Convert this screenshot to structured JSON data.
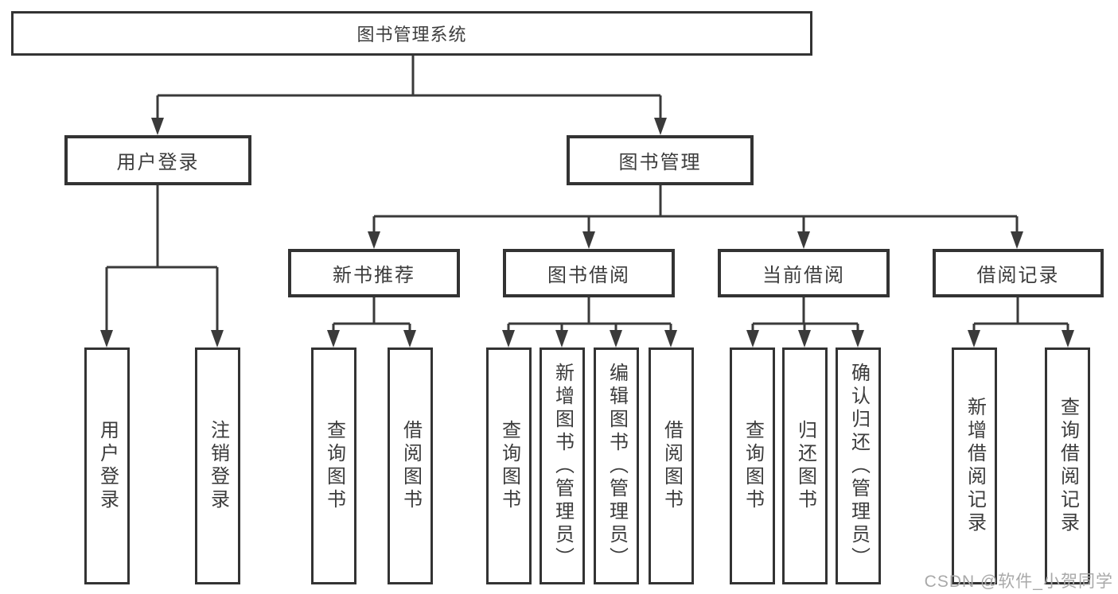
{
  "colors": {
    "line": "#3a3a3a",
    "box_border": "#333333",
    "text": "#3c3c3c",
    "watermark": "#a9a9a9",
    "background": "#ffffff"
  },
  "tree": {
    "label": "图书管理系统",
    "children": [
      {
        "label": "用户登录",
        "children": [
          {
            "label": "用户登录"
          },
          {
            "label": "注销登录"
          }
        ]
      },
      {
        "label": "图书管理",
        "children": [
          {
            "label": "新书推荐",
            "children": [
              {
                "label": "查询图书"
              },
              {
                "label": "借阅图书"
              }
            ]
          },
          {
            "label": "图书借阅",
            "children": [
              {
                "label": "查询图书"
              },
              {
                "label": "新增图书（管理员）"
              },
              {
                "label": "编辑图书（管理员）"
              },
              {
                "label": "借阅图书"
              }
            ]
          },
          {
            "label": "当前借阅",
            "children": [
              {
                "label": "查询图书"
              },
              {
                "label": "归还图书"
              },
              {
                "label": "确认归还（管理员）"
              }
            ]
          },
          {
            "label": "借阅记录",
            "children": [
              {
                "label": "新增借阅记录"
              },
              {
                "label": "查询借阅记录"
              }
            ]
          }
        ]
      }
    ]
  },
  "watermark": {
    "text": "CSDN @软件_小贺同学"
  }
}
